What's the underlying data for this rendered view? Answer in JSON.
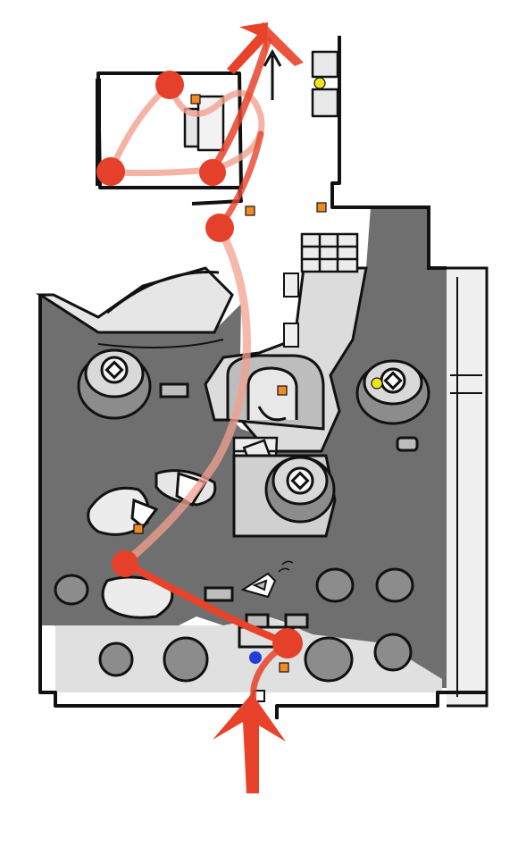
{
  "map": {
    "colors": {
      "background": "#ffffff",
      "floor_dark": "#6f6f6f",
      "floor_light": "#d9d9d9",
      "pillar": "#8c8c8c",
      "wall": "#111111",
      "route": "#e8432a",
      "route_soft": "#f3a08f",
      "waypoint": "#e5402a",
      "crate": "#f08a24",
      "coin": "#f2e21c",
      "player": "#1f3fd6"
    },
    "route": {
      "start": "bottom-entrance",
      "end": "top-exit",
      "waypoint_count": 6
    },
    "icons": {
      "start_arrow": "arrow-up-icon",
      "end_arrow": "arrow-up-right-icon",
      "door_arrow": "arrow-up-icon",
      "player": "player-marker-icon",
      "ghost": "ghost-enemy-icon"
    }
  }
}
